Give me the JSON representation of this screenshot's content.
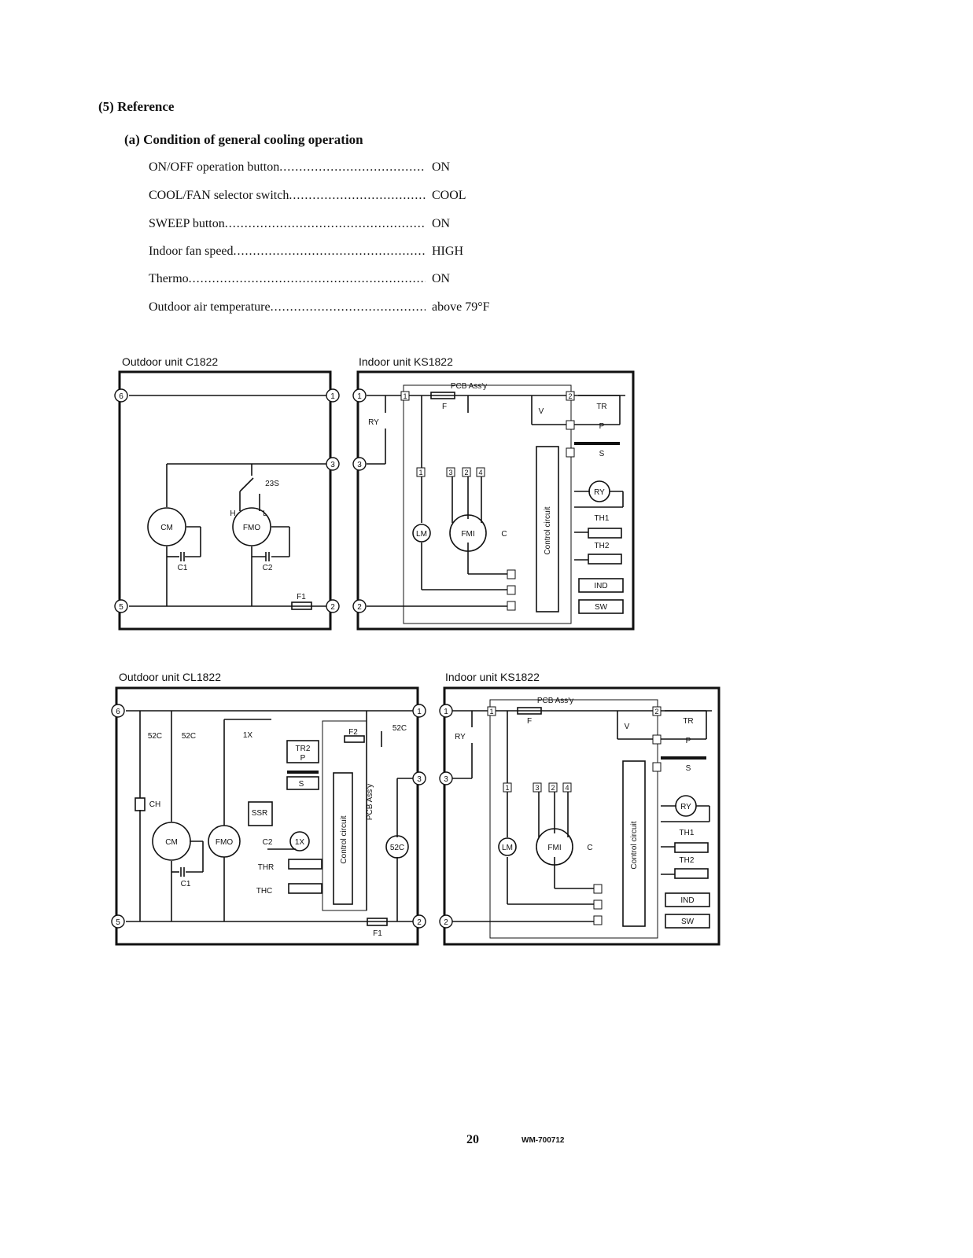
{
  "section": {
    "number": "(5)",
    "title": "Reference"
  },
  "subsection": {
    "number": "(a)",
    "title": "Condition of general cooling operation"
  },
  "conditions": [
    {
      "label": "ON/OFF operation button",
      "value": "ON"
    },
    {
      "label": "COOL/FAN selector switch",
      "value": "COOL"
    },
    {
      "label": "SWEEP button",
      "value": "ON"
    },
    {
      "label": "Indoor fan speed",
      "value": "HIGH"
    },
    {
      "label": "Thermo",
      "value": "ON"
    },
    {
      "label": "Outdoor air temperature",
      "value": "above 79°F"
    }
  ],
  "diagram1": {
    "outdoor_title": "Outdoor unit  C1822",
    "indoor_title": "Indoor unit  KS1822",
    "outdoor_labels": {
      "cm": "CM",
      "fmo": "FMO",
      "c1": "C1",
      "c2": "C2",
      "s23": "23S",
      "h": "H",
      "l": "L",
      "f1": "F1"
    },
    "terminals": [
      "6",
      "1",
      "1",
      "3",
      "3",
      "5",
      "2",
      "2"
    ]
  },
  "diagram2": {
    "outdoor_title": "Outdoor unit  CL1822",
    "indoor_title": "Indoor unit  KS1822",
    "outdoor_labels": {
      "c52a": "52C",
      "c52b": "52C",
      "c52c": "52C",
      "x1": "1X",
      "tr2": "TR2",
      "p": "P",
      "s": "S",
      "f2": "F2",
      "ch": "CH",
      "ssr": "SSR",
      "cm": "CM",
      "fmo": "FMO",
      "c2": "C2",
      "c1": "C1",
      "x1coil": "1X",
      "thr": "THR",
      "thc": "THC",
      "ctrl": "Control circuit",
      "pcb": "PCB Ass'y",
      "coil52": "52C",
      "f1": "F1"
    },
    "terminals": [
      "6",
      "1",
      "1",
      "3",
      "3",
      "5",
      "2",
      "2"
    ]
  },
  "indoor_labels": {
    "pcb": "PCB Ass'y",
    "f": "F",
    "ry": "RY",
    "v": "V",
    "tr": "TR",
    "p": "P",
    "s": "S",
    "lm": "LM",
    "fmi": "FMI",
    "c": "C",
    "ctrl": "Control circuit",
    "th1": "TH1",
    "th2": "TH2",
    "ind": "IND",
    "sw": "SW",
    "ry_coil": "RY",
    "n1": "1",
    "n2": "2",
    "n3": "3",
    "n4": "4"
  },
  "footer": {
    "page": "20",
    "code": "WM-700712"
  }
}
